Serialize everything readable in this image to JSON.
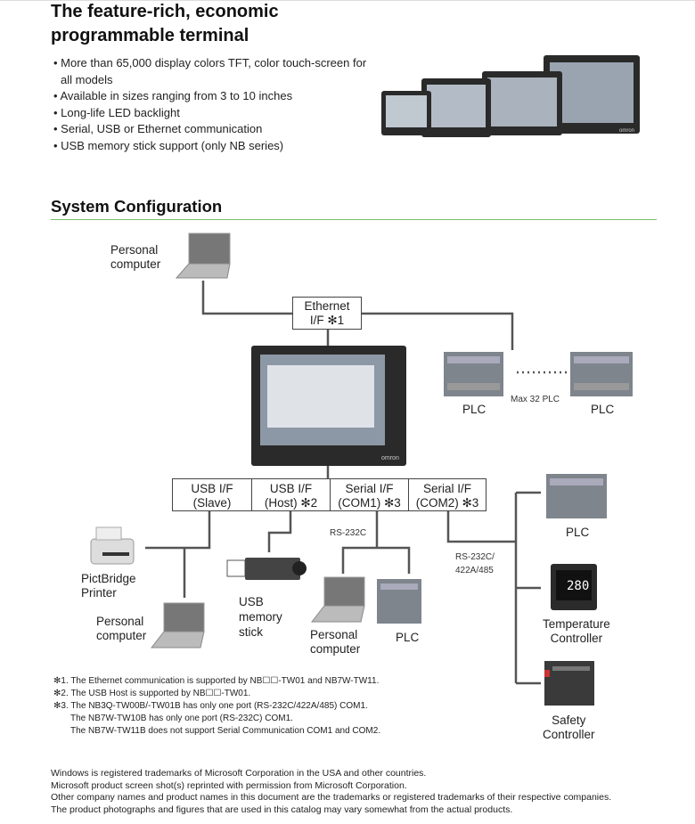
{
  "title_line1": "The feature-rich, economic",
  "title_line2": "programmable terminal",
  "bullets": [
    "More than 65,000 display colors TFT, color touch-screen for all models",
    "Available in sizes ranging from 3 to 10 inches",
    "Long-life LED backlight",
    "Serial, USB or Ethernet communication",
    "USB memory stick support (only NB series)"
  ],
  "section_title": "System Configuration",
  "diagram": {
    "pc_top": [
      "Personal",
      "computer"
    ],
    "ethernet": [
      "Ethernet",
      "I/F ✻1"
    ],
    "plc_label": "PLC",
    "max_plc": "Max 32 PLC",
    "interfaces": [
      [
        "USB I/F",
        "(Slave)"
      ],
      [
        "USB I/F",
        "(Host) ✻2"
      ],
      [
        "Serial I/F",
        "(COM1) ✻3"
      ],
      [
        "Serial I/F",
        "(COM2) ✻3"
      ]
    ],
    "printer": [
      "PictBridge",
      "Printer"
    ],
    "pc_slave": [
      "Personal",
      "computer"
    ],
    "usb_stick": [
      "USB",
      "memory",
      "stick"
    ],
    "rs232c": "RS-232C",
    "rs_multi": [
      "RS-232C/",
      "422A/485"
    ],
    "pc_com1": [
      "Personal",
      "computer"
    ],
    "temp_ctrl": [
      "Temperature",
      "Controller"
    ],
    "temp_display": "280",
    "safety_ctrl": [
      "Safety",
      "Controller"
    ],
    "brand": "omron"
  },
  "notes": [
    "✻1. The Ethernet communication is supported by NB☐☐-TW01 and NB7W-TW11.",
    "✻2. The USB Host is supported by NB☐☐-TW01.",
    "✻3. The NB3Q-TW00B/-TW01B has only one port (RS-232C/422A/485) COM1.",
    "The NB7W-TW10B has only one port (RS-232C) COM1.",
    "The NB7W-TW11B does not support Serial Communication COM1 and COM2."
  ],
  "footer": [
    "Windows is registered trademarks of Microsoft Corporation in the USA and other countries.",
    "Microsoft product screen shot(s) reprinted with permission from Microsoft Corporation.",
    "Other company names and product names in this document are the trademarks or registered trademarks of their respective companies.",
    "The product photographs and figures that are used in this catalog may vary somewhat from the actual products."
  ],
  "colors": {
    "rule": "#7bbf6a",
    "wire": "#555555",
    "device": "#2a2a2a"
  }
}
